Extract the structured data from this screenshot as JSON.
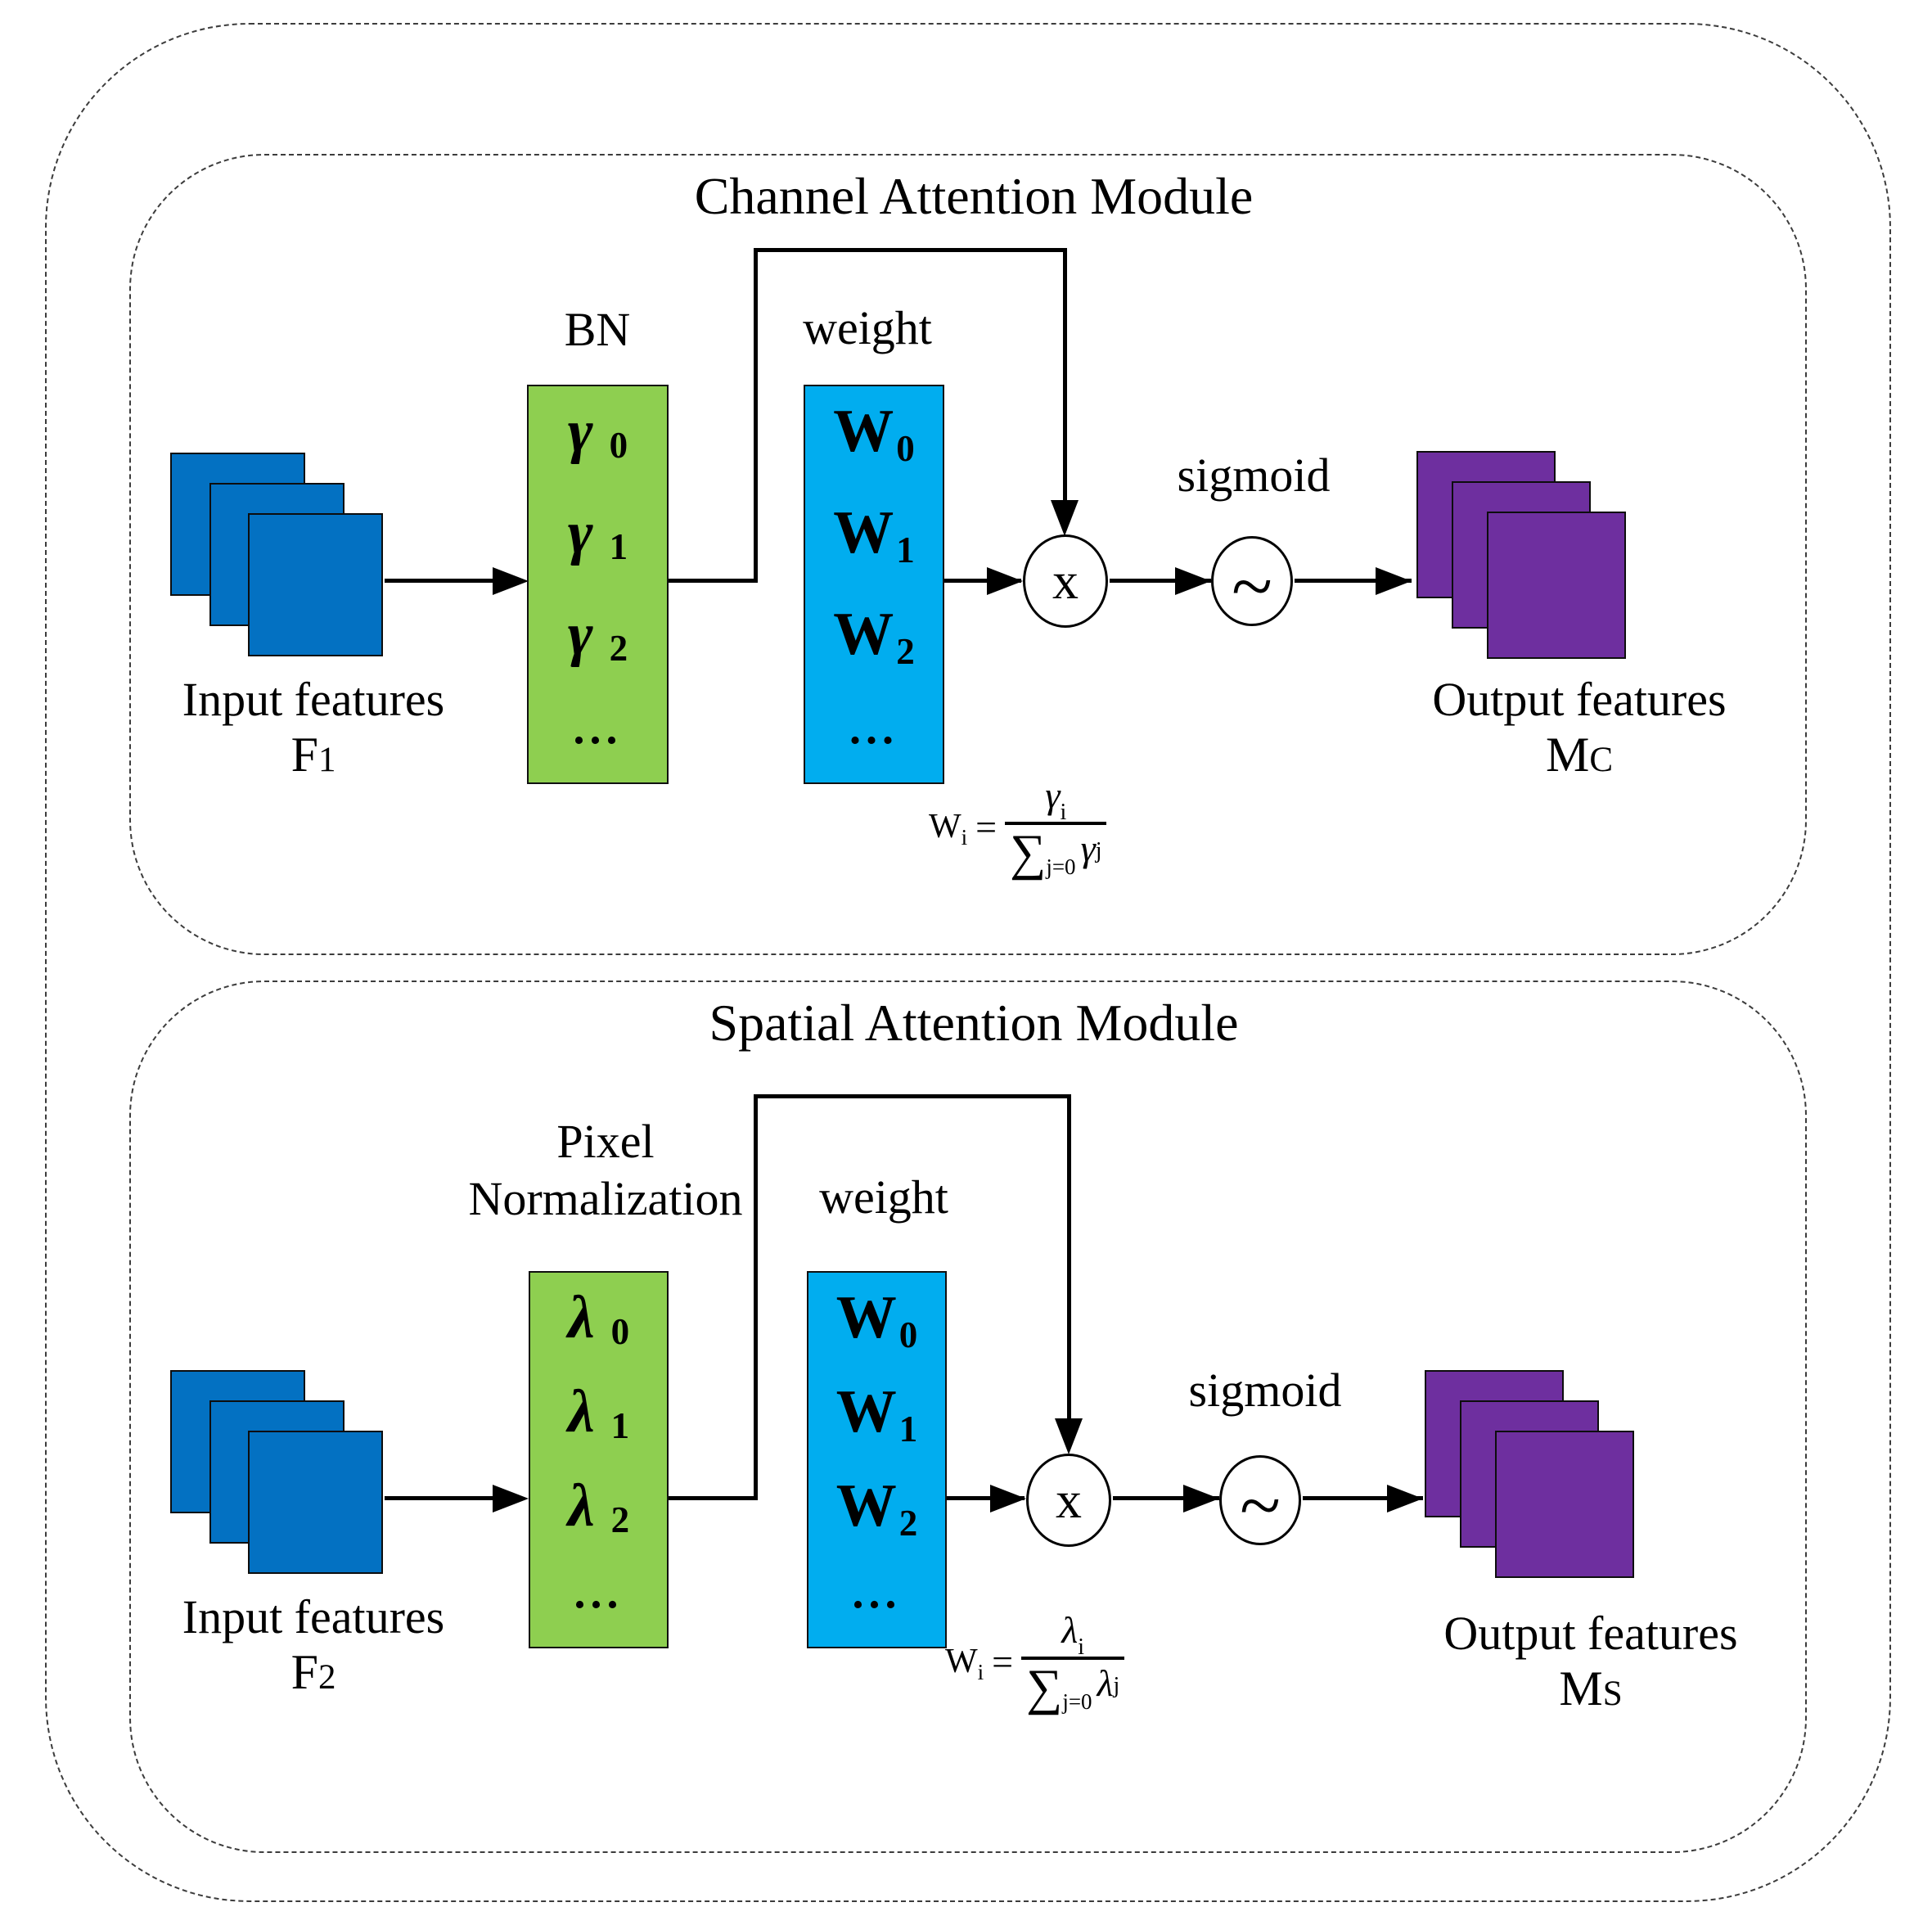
{
  "colors": {
    "background": "#FFFFFF",
    "line": "#000000",
    "input_features": "#0371C2",
    "normalization_box": "#8ECF50",
    "weight_box": "#01ADEF",
    "output_features": "#6E2F9F"
  },
  "modules": [
    {
      "title": "Channel Attention Module",
      "norm_title_lines": [
        "BN"
      ],
      "weight_title": "weight",
      "sigmoid_label": "sigmoid",
      "multiply_symbol": "x",
      "sigmoid_symbol": "~",
      "input_label": "Input features",
      "input_name": {
        "base": "F",
        "sub": "1"
      },
      "output_label": "Output features",
      "output_name": {
        "base": "M",
        "sub": "C"
      },
      "norm_rows": [
        {
          "sym": "γ",
          "sub": "0"
        },
        {
          "sym": "γ",
          "sub": "1"
        },
        {
          "sym": "γ",
          "sub": "2"
        },
        {
          "sym": "...",
          "sub": ""
        }
      ],
      "weight_rows": [
        {
          "sym": "W",
          "sub": "0"
        },
        {
          "sym": "W",
          "sub": "1"
        },
        {
          "sym": "W",
          "sub": "2"
        },
        {
          "sym": "...",
          "sub": ""
        }
      ],
      "formula": {
        "lhs": "W",
        "lhs_sub": "i",
        "equals": "=",
        "num_sym": "γ",
        "num_sub": "i",
        "sum_sym": "∑",
        "sum_sub": "j=0",
        "den_sym": "γ",
        "den_sub": "j"
      }
    },
    {
      "title": "Spatial Attention Module",
      "norm_title_lines": [
        "Pixel",
        "Normalization"
      ],
      "weight_title": "weight",
      "sigmoid_label": "sigmoid",
      "multiply_symbol": "x",
      "sigmoid_symbol": "~",
      "input_label": "Input features",
      "input_name": {
        "base": "F",
        "sub": "2"
      },
      "output_label": "Output features",
      "output_name": {
        "base": "M",
        "sub": "S"
      },
      "norm_rows": [
        {
          "sym": "λ",
          "sub": "0"
        },
        {
          "sym": "λ",
          "sub": "1"
        },
        {
          "sym": "λ",
          "sub": "2"
        },
        {
          "sym": "...",
          "sub": ""
        }
      ],
      "weight_rows": [
        {
          "sym": "W",
          "sub": "0"
        },
        {
          "sym": "W",
          "sub": "1"
        },
        {
          "sym": "W",
          "sub": "2"
        },
        {
          "sym": "...",
          "sub": ""
        }
      ],
      "formula": {
        "lhs": "W",
        "lhs_sub": "i",
        "equals": "=",
        "num_sym": "λ",
        "num_sub": "i",
        "sum_sym": "∑",
        "sum_sub": "j=0",
        "den_sym": "λ",
        "den_sub": "j"
      }
    }
  ]
}
